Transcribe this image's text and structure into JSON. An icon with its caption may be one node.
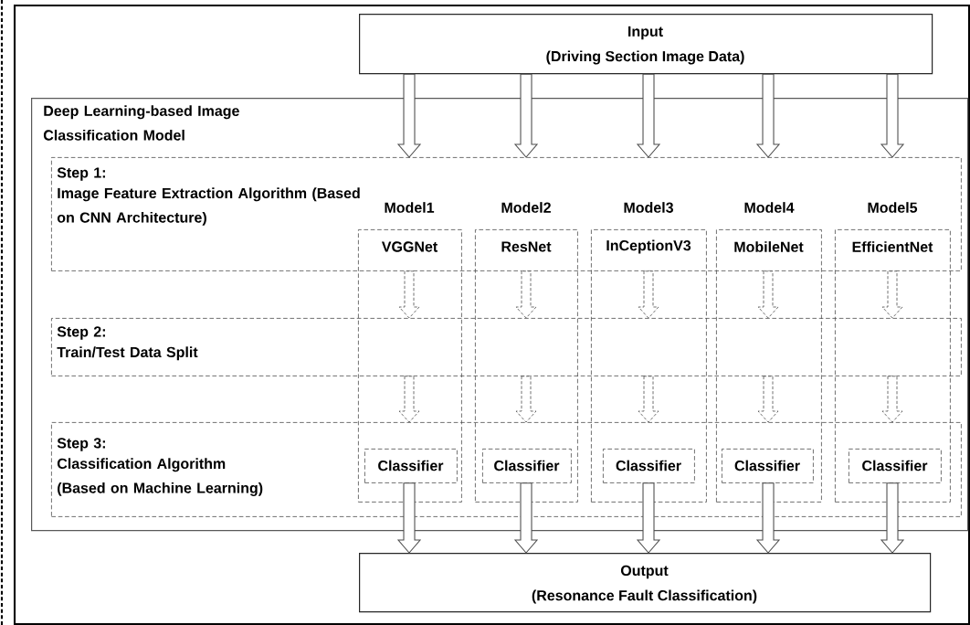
{
  "diagram": {
    "nodes": [
      {
        "text": [
          "Input",
          "(Driving Section Image Data)"
        ]
      },
      {
        "text": [
          "Deep Learning-based Image Classification Model"
        ]
      },
      {
        "text": [
          "Step 1:",
          "Image Feature Extraction Algorithm (Based on CNN Architecture)"
        ],
        "in": 1
      },
      {
        "text": [
          "Step 2:",
          "Train/Test Data Split"
        ],
        "in": 1
      },
      {
        "text": [
          "Step 3:",
          "Classification Algorithm (Based on Machine Learning)"
        ],
        "in": 1
      },
      {
        "text": [
          "VGGNet"
        ],
        "in": 1
      },
      {
        "text": [
          "ResNet"
        ],
        "in": 1
      },
      {
        "text": [
          "InCeptionV3"
        ],
        "in": 1
      },
      {
        "text": [
          "MobileNet"
        ],
        "in": 1
      },
      {
        "text": [
          "EfficientNet"
        ],
        "in": 1
      },
      {
        "text": [
          "Classifier"
        ]
      },
      {
        "text": [
          "Classifier"
        ]
      },
      {
        "text": [
          "Classifier"
        ]
      },
      {
        "text": [
          "Classifier"
        ]
      },
      {
        "text": [
          "Classifier"
        ]
      },
      {
        "text": [
          "Output",
          "(Resonance Fault Classification)"
        ]
      }
    ],
    "edges": [
      {
        "from": 0,
        "to": 2,
        "arrow": "to"
      },
      {
        "from": 0,
        "to": 2,
        "arrow": "to"
      },
      {
        "from": 0,
        "to": 2,
        "arrow": "to"
      },
      {
        "from": 0,
        "to": 2,
        "arrow": "to"
      },
      {
        "from": 0,
        "to": 2,
        "arrow": "to"
      },
      {
        "from": 2,
        "to": 3,
        "arrow": "to",
        "style": "dashed"
      },
      {
        "from": 2,
        "to": 3,
        "arrow": "to",
        "style": "dashed"
      },
      {
        "from": 2,
        "to": 3,
        "arrow": "to",
        "style": "dashed"
      },
      {
        "from": 2,
        "to": 3,
        "arrow": "to",
        "style": "dashed"
      },
      {
        "from": 2,
        "to": 3,
        "arrow": "to",
        "style": "dashed"
      },
      {
        "from": 3,
        "to": 4,
        "arrow": "to",
        "style": "dashed"
      },
      {
        "from": 3,
        "to": 4,
        "arrow": "to",
        "style": "dashed"
      },
      {
        "from": 3,
        "to": 4,
        "arrow": "to",
        "style": "dashed"
      },
      {
        "from": 3,
        "to": 4,
        "arrow": "to",
        "style": "dashed"
      },
      {
        "from": 3,
        "to": 4,
        "arrow": "to",
        "style": "dashed"
      },
      {
        "from": 10,
        "to": 15,
        "arrow": "to"
      },
      {
        "from": 11,
        "to": 15,
        "arrow": "to"
      },
      {
        "from": 12,
        "to": 15,
        "arrow": "to"
      },
      {
        "from": 13,
        "to": 15,
        "arrow": "to"
      },
      {
        "from": 14,
        "to": 15,
        "arrow": "to"
      }
    ],
    "labels": [
      "Model1",
      "Model2",
      "Model3",
      "Model4",
      "Model5"
    ]
  }
}
